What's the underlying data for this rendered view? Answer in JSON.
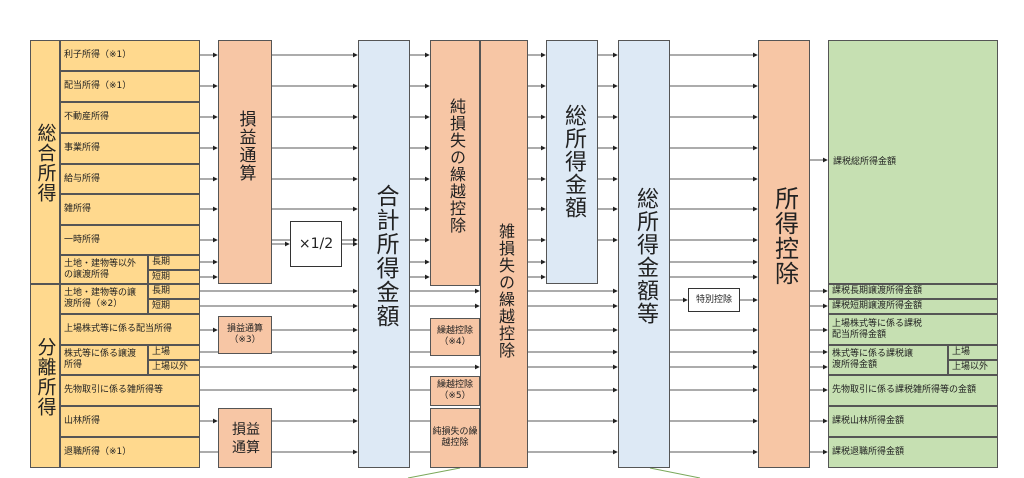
{
  "categories": {
    "sogo": "総合所得",
    "bunri": "分離所得"
  },
  "income_items": [
    "利子所得（※1）",
    "配当所得（※1）",
    "不動産所得",
    "事業所得",
    "給与所得",
    "雑所得",
    "一時所得",
    "土地・建物等以外の譲渡所得",
    "土地・建物等の譲渡所得（※2）",
    "上場株式等に係る配当所得",
    "株式等に係る譲渡所得",
    "先物取引に係る雑所得等",
    "山林所得",
    "退職所得（※1）"
  ],
  "term_labels": {
    "long": "長期",
    "short": "短期",
    "listed": "上場",
    "nonlisted": "上場以外"
  },
  "process": {
    "sonneki_tsusan": "損益通算",
    "half": "×1/2",
    "gokei_shotoku": "合計所得金額",
    "jun_sonshitsu": "純損失の繰越控除",
    "zatsu_sonshitsu": "雑損失の繰越控除",
    "so_shotoku": "総所得金額",
    "so_shotoku_to": "総所得金額等",
    "tokubetsu_kojo": "特別控除",
    "shotoku_kojo": "所得控除",
    "sonneki_tsusan_3": "損益通算（※3）",
    "kurikoshi_4": "繰越控除（※4）",
    "kurikoshi_5": "繰越控除（※5）",
    "jun_sonshitsu_small": "純損失の繰越控除",
    "sonneki_tsusan_low": "損益通算"
  },
  "results": [
    "課税総所得金額",
    "課税長期譲渡所得金額",
    "課税短期譲渡所得金額",
    "上場株式等に係る課税配当所得金額",
    "株式等に係る課税譲渡所得金額",
    "先物取引に係る課税雑所得等の金額",
    "課税山林所得金額",
    "課税退職所得金額"
  ],
  "colors": {
    "income": "#ffd98e",
    "process": "#f7c6a5",
    "total": "#dde9f5",
    "result": "#c6e0b2"
  }
}
